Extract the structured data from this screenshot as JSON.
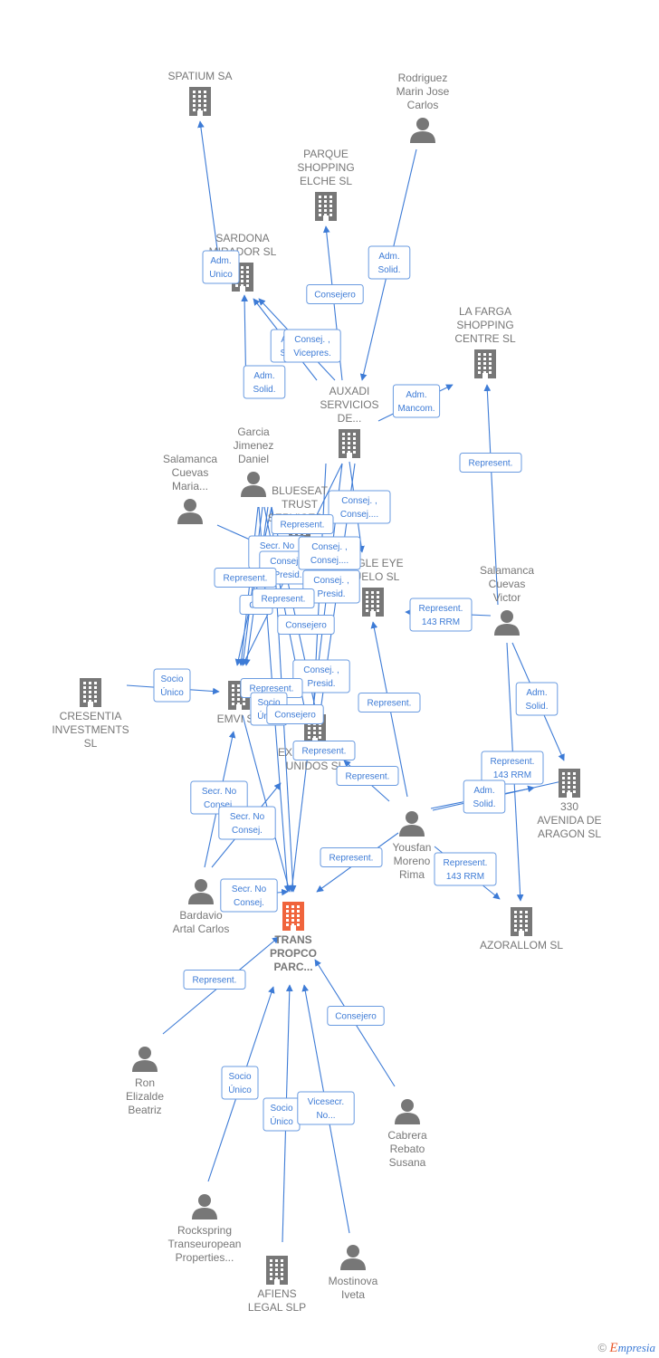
{
  "colors": {
    "node": "#777777",
    "focus": "#f0643c",
    "edge": "#3d7bd6"
  },
  "footer": {
    "copyright": "©",
    "brand_first": "E",
    "brand_rest": "mpresia"
  },
  "nodes": [
    {
      "id": "spatium",
      "type": "company",
      "lines": [
        "SPATIUM SA"
      ],
      "label_pos": "above"
    },
    {
      "id": "rodriguez",
      "type": "person",
      "lines": [
        "Rodriguez",
        "Marin Jose",
        "Carlos"
      ],
      "label_pos": "above"
    },
    {
      "id": "parque",
      "type": "company",
      "lines": [
        "PARQUE",
        "SHOPPING",
        "ELCHE SL"
      ],
      "label_pos": "above"
    },
    {
      "id": "sardona",
      "type": "company",
      "lines": [
        "SARDONA",
        "MIRADOR SL"
      ],
      "label_pos": "above"
    },
    {
      "id": "lafarga",
      "type": "company",
      "lines": [
        "LA FARGA",
        "SHOPPING",
        "CENTRE SL"
      ],
      "label_pos": "above"
    },
    {
      "id": "auxadi",
      "type": "company",
      "lines": [
        "AUXADI",
        "SERVICIOS",
        "DE..."
      ],
      "label_pos": "above"
    },
    {
      "id": "garcia",
      "type": "person",
      "lines": [
        "Garcia",
        "Jimenez",
        "Daniel"
      ],
      "label_pos": "above"
    },
    {
      "id": "salmaria",
      "type": "person",
      "lines": [
        "Salamanca",
        "Cuevas",
        "Maria..."
      ],
      "label_pos": "above"
    },
    {
      "id": "blueseat",
      "type": "company",
      "lines": [
        "BLUESEAT",
        "TRUST",
        "SERVICES..."
      ],
      "label_pos": "above"
    },
    {
      "id": "eagle",
      "type": "company",
      "lines": [
        "EAGLE EYE",
        "VUELO  SL"
      ],
      "label_pos": "above"
    },
    {
      "id": "salvictor",
      "type": "person",
      "lines": [
        "Salamanca",
        "Cuevas",
        "Victor"
      ],
      "label_pos": "above"
    },
    {
      "id": "cresentia",
      "type": "company",
      "lines": [
        "CRESENTIA",
        "INVESTMENTS",
        "SL"
      ],
      "label_pos": "below"
    },
    {
      "id": "emvi",
      "type": "company",
      "lines": [
        "EMVI SA"
      ],
      "label_pos": "below"
    },
    {
      "id": "exhibidores",
      "type": "company",
      "lines": [
        "EXHIBIDORES",
        "UNIDOS SL"
      ],
      "label_pos": "below"
    },
    {
      "id": "avenida",
      "type": "company",
      "lines": [
        "330",
        "AVENIDA DE",
        "ARAGON SL"
      ],
      "label_pos": "below"
    },
    {
      "id": "yousfan",
      "type": "person",
      "lines": [
        "Yousfan",
        "Moreno",
        "Rima"
      ],
      "label_pos": "below"
    },
    {
      "id": "bardavio",
      "type": "person",
      "lines": [
        "Bardavio",
        "Artal Carlos"
      ],
      "label_pos": "below"
    },
    {
      "id": "trans",
      "type": "focus",
      "lines": [
        "TRANS",
        "PROPCO",
        "PARC..."
      ],
      "label_pos": "below"
    },
    {
      "id": "azorallom",
      "type": "company",
      "lines": [
        "AZORALLOM SL"
      ],
      "label_pos": "below"
    },
    {
      "id": "ron",
      "type": "person",
      "lines": [
        "Ron",
        "Elizalde",
        "Beatriz"
      ],
      "label_pos": "below"
    },
    {
      "id": "cabrera",
      "type": "person",
      "lines": [
        "Cabrera",
        "Rebato",
        "Susana"
      ],
      "label_pos": "below"
    },
    {
      "id": "rockspring",
      "type": "person",
      "lines": [
        "Rockspring",
        "Transeuropean",
        "Properties..."
      ],
      "label_pos": "below"
    },
    {
      "id": "afiens",
      "type": "company",
      "lines": [
        "AFIENS",
        "LEGAL  SLP"
      ],
      "label_pos": "below"
    },
    {
      "id": "mostinova",
      "type": "person",
      "lines": [
        "Mostinova",
        "Iveta"
      ],
      "label_pos": "below"
    }
  ],
  "edges": [
    {
      "from": "garcia",
      "to": "spatium",
      "lines": [
        "Adm.",
        "Unico"
      ]
    },
    {
      "from": "rodriguez",
      "to": "auxadi",
      "lines": [
        "Adm.",
        "Solid."
      ]
    },
    {
      "from": "auxadi",
      "to": "parque",
      "lines": [
        "Consejero"
      ]
    },
    {
      "from": "garcia",
      "to": "sardona",
      "lines": [
        "Adm.",
        "Solid."
      ]
    },
    {
      "from": "auxadi",
      "to": "sardona",
      "lines": [
        "Adm.",
        "Solid."
      ]
    },
    {
      "from": "auxadi",
      "to": "sardona",
      "lines": [
        "Consej. ,",
        "Vicepres."
      ]
    },
    {
      "from": "auxadi",
      "to": "lafarga",
      "lines": [
        "Adm.",
        "Mancom."
      ]
    },
    {
      "from": "salvictor",
      "to": "lafarga",
      "lines": [
        "Represent."
      ]
    },
    {
      "from": "auxadi",
      "to": "eagle",
      "lines": [
        "Consej. ,",
        "Consej...."
      ]
    },
    {
      "from": "salmaria",
      "to": "exhibidores",
      "lines": [
        "Represent."
      ]
    },
    {
      "from": "garcia",
      "to": "emvi",
      "lines": [
        "Secr.  No",
        "Consej."
      ]
    },
    {
      "from": "garcia",
      "to": "exhibidores",
      "lines": [
        "Consej. ,",
        "Presid."
      ]
    },
    {
      "from": "auxadi",
      "to": "emvi",
      "lines": [
        "Consej. ,",
        "Consej...."
      ]
    },
    {
      "from": "garcia",
      "to": "emvi",
      "lines": [
        "Represent."
      ]
    },
    {
      "from": "auxadi",
      "to": "exhibidores",
      "lines": [
        "Consej. ,",
        "Presid."
      ]
    },
    {
      "from": "garcia",
      "to": "emvi",
      "lines": [
        "C..."
      ]
    },
    {
      "from": "garcia",
      "to": "emvi",
      "lines": [
        "Represent."
      ]
    },
    {
      "from": "auxadi",
      "to": "exhibidores",
      "lines": [
        "Consejero"
      ]
    },
    {
      "from": "cresentia",
      "to": "emvi",
      "lines": [
        "Socio",
        "Único"
      ]
    },
    {
      "from": "auxadi",
      "to": "trans",
      "lines": [
        "Consej. ,",
        "Presid."
      ]
    },
    {
      "from": "garcia",
      "to": "trans",
      "lines": [
        "Represent."
      ]
    },
    {
      "from": "emvi",
      "to": "trans",
      "lines": [
        "Socio",
        "Único"
      ]
    },
    {
      "from": "garcia",
      "to": "trans",
      "lines": [
        "Consejero"
      ]
    },
    {
      "from": "salvictor",
      "to": "eagle",
      "lines": [
        "Represent.",
        "143 RRM"
      ]
    },
    {
      "from": "yousfan",
      "to": "eagle",
      "lines": [
        "Represent."
      ]
    },
    {
      "from": "garcia",
      "to": "exhibidores",
      "lines": [
        "Represent."
      ]
    },
    {
      "from": "yousfan",
      "to": "exhibidores",
      "lines": [
        "Represent."
      ]
    },
    {
      "from": "salvictor",
      "to": "avenida",
      "lines": [
        "Adm.",
        "Solid."
      ]
    },
    {
      "from": "yousfan",
      "to": "avenida",
      "lines": [
        "Represent.",
        "143 RRM"
      ]
    },
    {
      "from": "yousfan",
      "to": "avenida",
      "lines": [
        "Adm.",
        "Solid."
      ]
    },
    {
      "from": "bardavio",
      "to": "emvi",
      "lines": [
        "Secr.  No",
        "Consej."
      ]
    },
    {
      "from": "bardavio",
      "to": "exhibidores",
      "lines": [
        "Secr.  No",
        "Consej."
      ]
    },
    {
      "from": "bardavio",
      "to": "trans",
      "lines": [
        "Secr.  No",
        "Consej."
      ]
    },
    {
      "from": "yousfan",
      "to": "trans",
      "lines": [
        "Represent."
      ]
    },
    {
      "from": "yousfan",
      "to": "azorallom",
      "lines": [
        "Represent.",
        "143 RRM"
      ]
    },
    {
      "from": "salvictor",
      "to": "azorallom",
      "lines": []
    },
    {
      "from": "ron",
      "to": "trans",
      "lines": [
        "Represent."
      ]
    },
    {
      "from": "cabrera",
      "to": "trans",
      "lines": [
        "Consejero"
      ]
    },
    {
      "from": "rockspring",
      "to": "trans",
      "lines": [
        "Socio",
        "Único"
      ]
    },
    {
      "from": "afiens",
      "to": "trans",
      "lines": [
        "Socio",
        "Único"
      ]
    },
    {
      "from": "mostinova",
      "to": "trans",
      "lines": [
        "Vicesecr.",
        "No..."
      ]
    }
  ]
}
